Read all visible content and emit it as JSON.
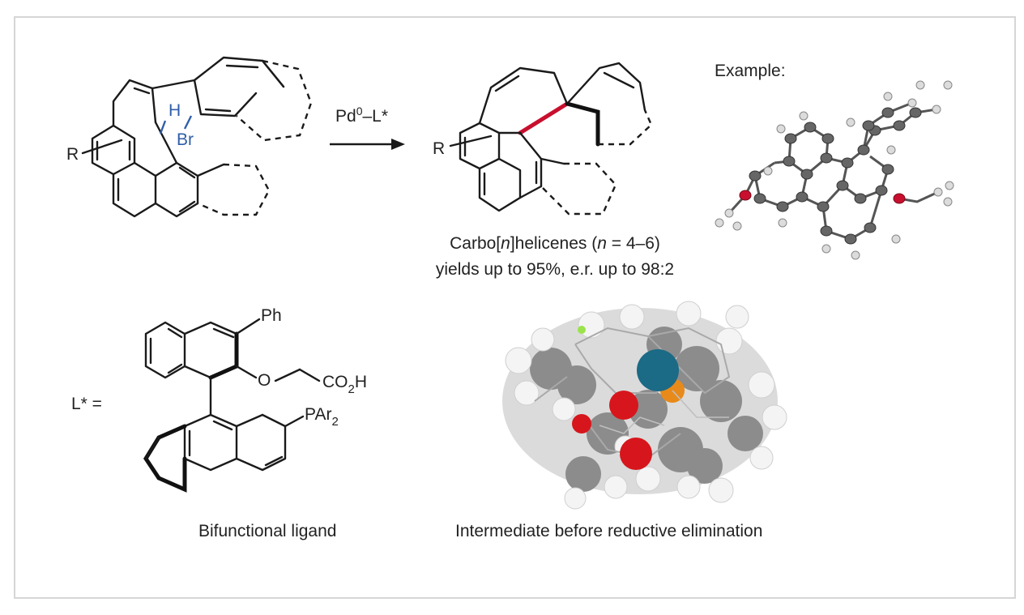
{
  "scheme": {
    "substrate": {
      "r_label": "R",
      "h_label": "H",
      "br_label": "Br"
    },
    "reagent": {
      "pd": "Pd",
      "pd_superscript": "0",
      "ligand": "–L*"
    },
    "product": {
      "r_label": "R",
      "caption_line1_pre": "Carbo[",
      "caption_line1_n": "n",
      "caption_line1_mid": "]helicenes (",
      "caption_line1_n2": "n",
      "caption_line1_post": " = 4–6)",
      "caption_line2": "yields up to 95%, e.r. up to 98:2"
    },
    "example_label": "Example:"
  },
  "ligand": {
    "lstar_label": "L* =",
    "ph_label": "Ph",
    "o_label": "O",
    "co2h_label": "CO",
    "co2h_sub": "2",
    "co2h_h": "H",
    "par_label": "PAr",
    "par_sub": "2",
    "caption": "Bifunctional ligand"
  },
  "model": {
    "caption": "Intermediate before reductive elimination"
  },
  "colors": {
    "highlight_bond": "#c8102e",
    "substrate_atoms": "#2f5ea8",
    "palladium": "#1b6a86",
    "phosphorus": "#e88a1a",
    "oxygen": "#d6161c",
    "carbon": "#8a8a8a",
    "hydrogen": "#f2f2f2"
  }
}
